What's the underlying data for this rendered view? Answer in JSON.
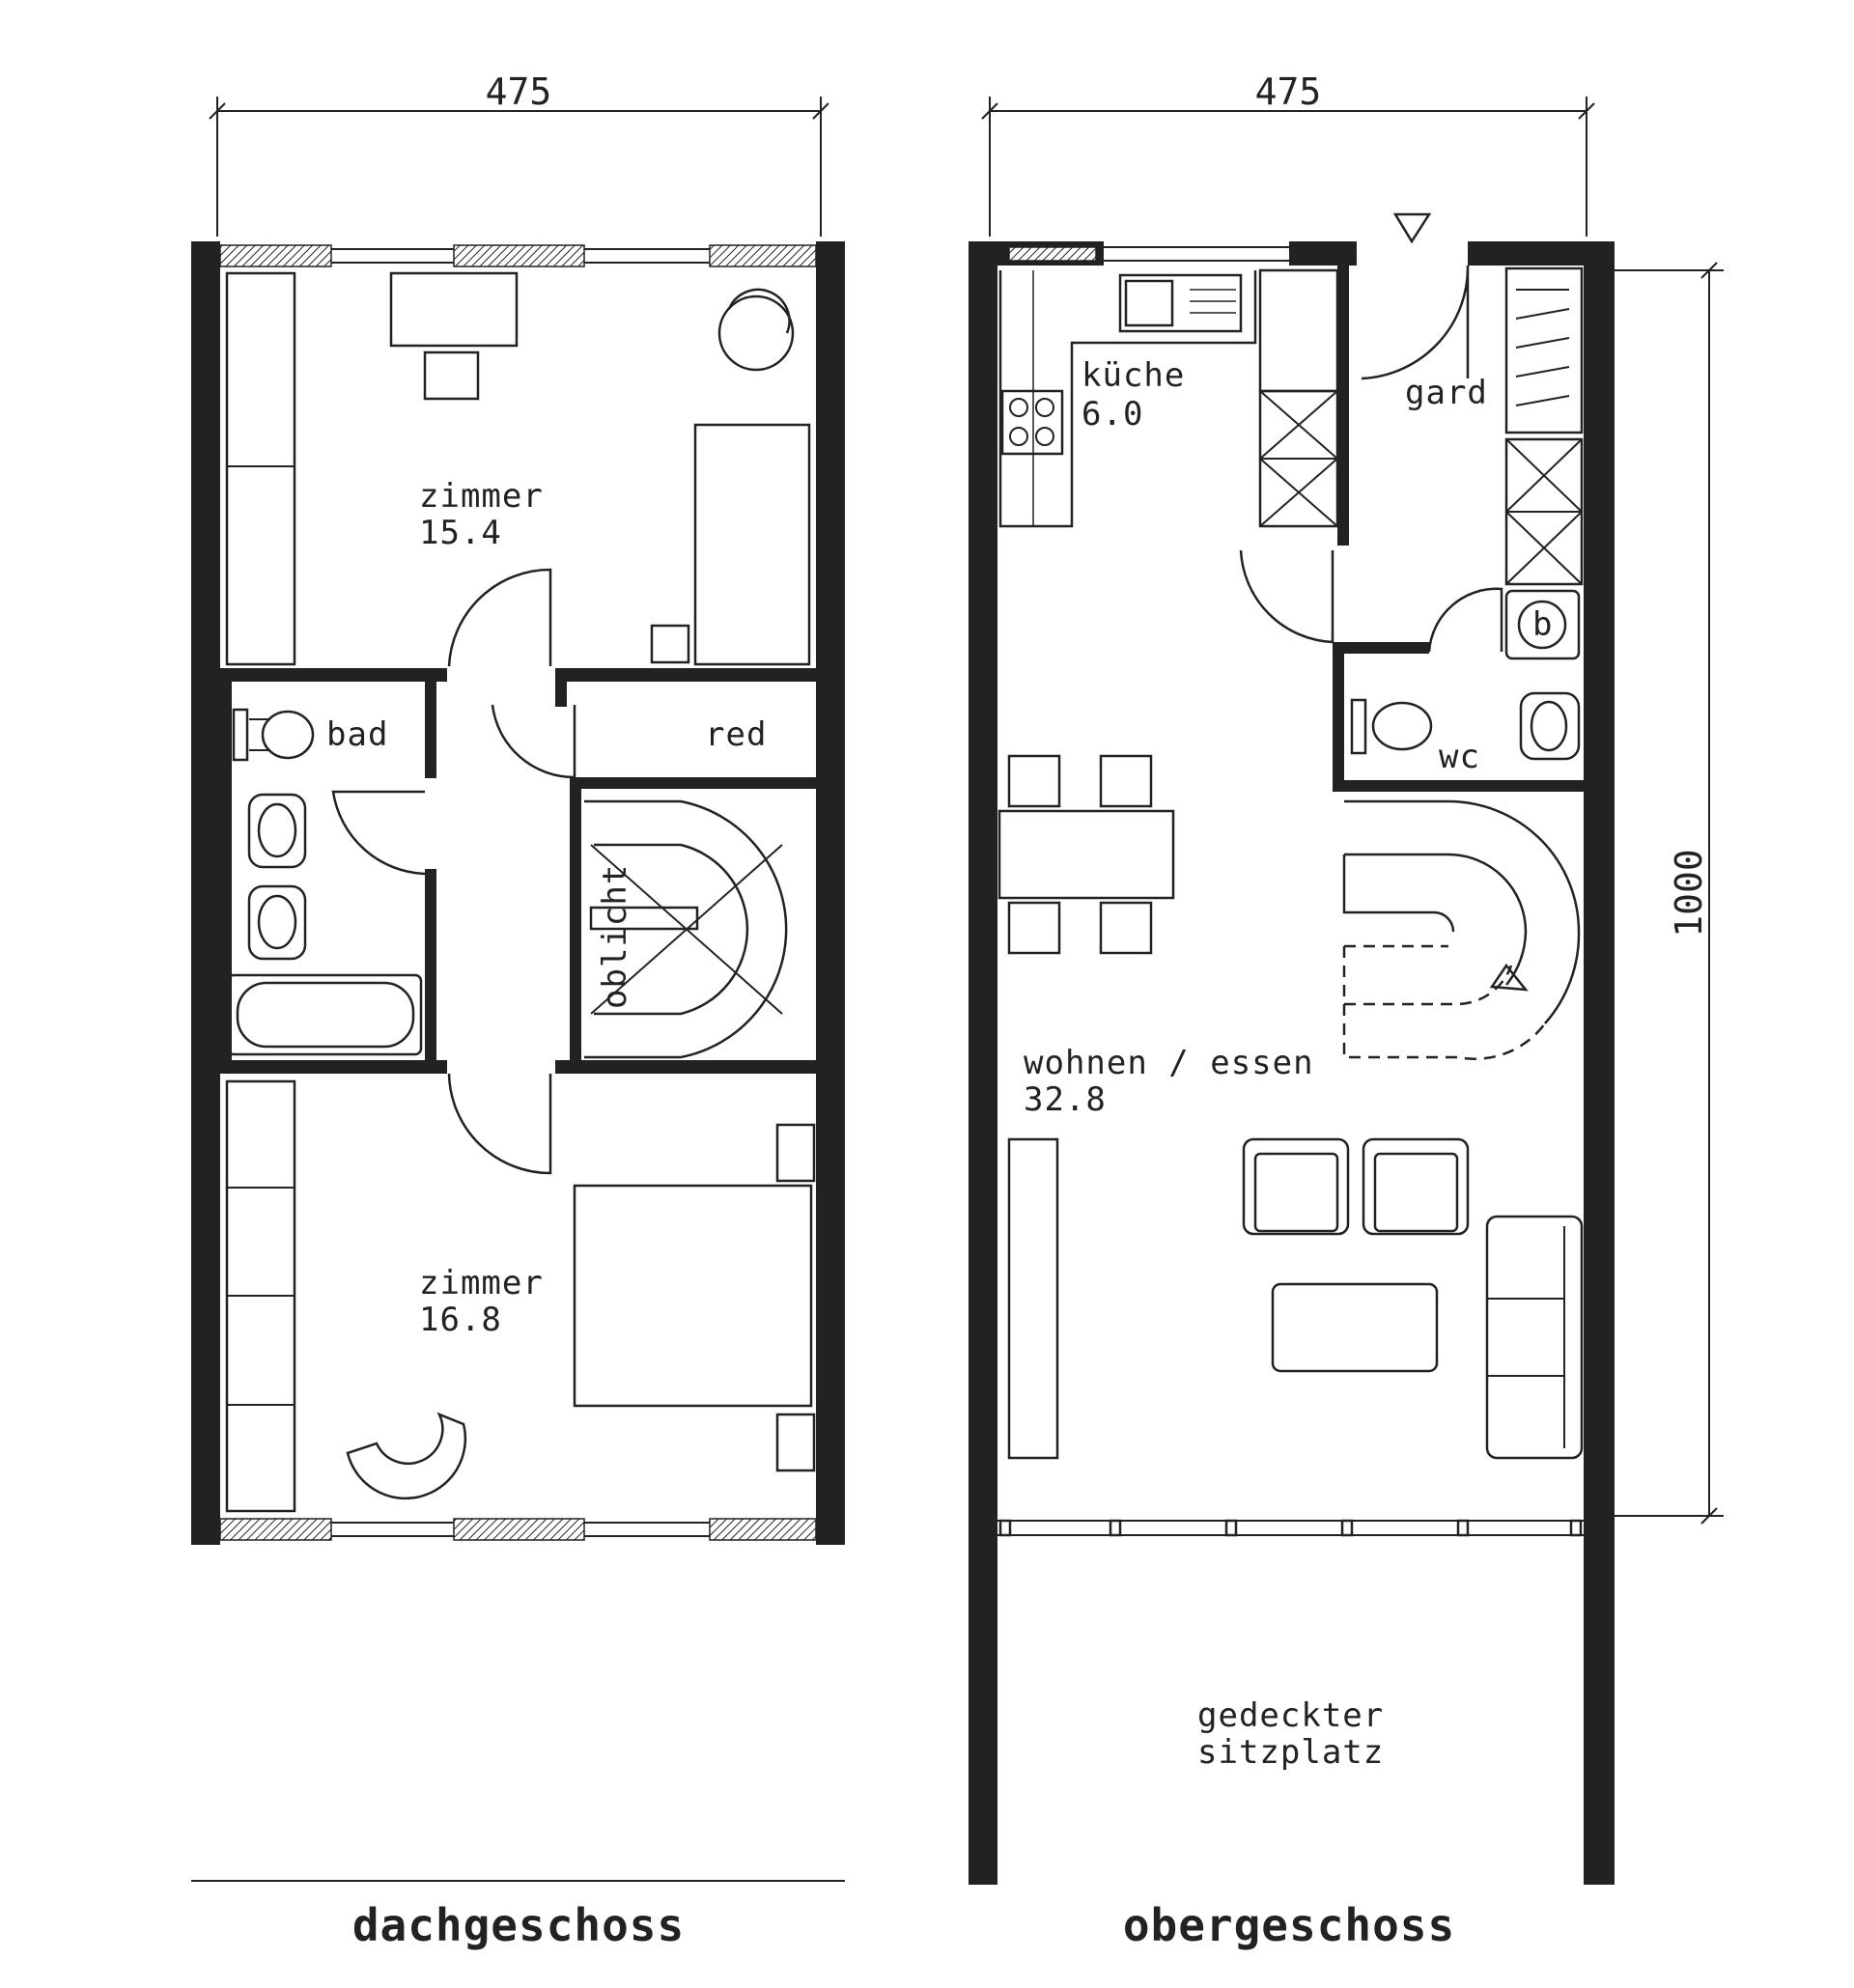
{
  "dimensions": {
    "left_width": "475",
    "right_width": "475",
    "right_depth": "1000"
  },
  "dachgeschoss": {
    "caption": "dachgeschoss",
    "rooms": {
      "zimmer_top_name": "zimmer",
      "zimmer_top_area": "15.4",
      "bad": "bad",
      "red": "red",
      "oblicht": "oblicht",
      "zimmer_bottom_name": "zimmer",
      "zimmer_bottom_area": "16.8"
    }
  },
  "obergeschoss": {
    "caption": "obergeschoss",
    "rooms": {
      "kueche_name": "küche",
      "kueche_area": "6.0",
      "gard": "gard",
      "wc": "wc",
      "wohnen_name": "wohnen / essen",
      "wohnen_area": "32.8",
      "sitzplatz_line1": "gedeckter",
      "sitzplatz_line2": "sitzplatz",
      "boiler_mark": "b"
    }
  }
}
